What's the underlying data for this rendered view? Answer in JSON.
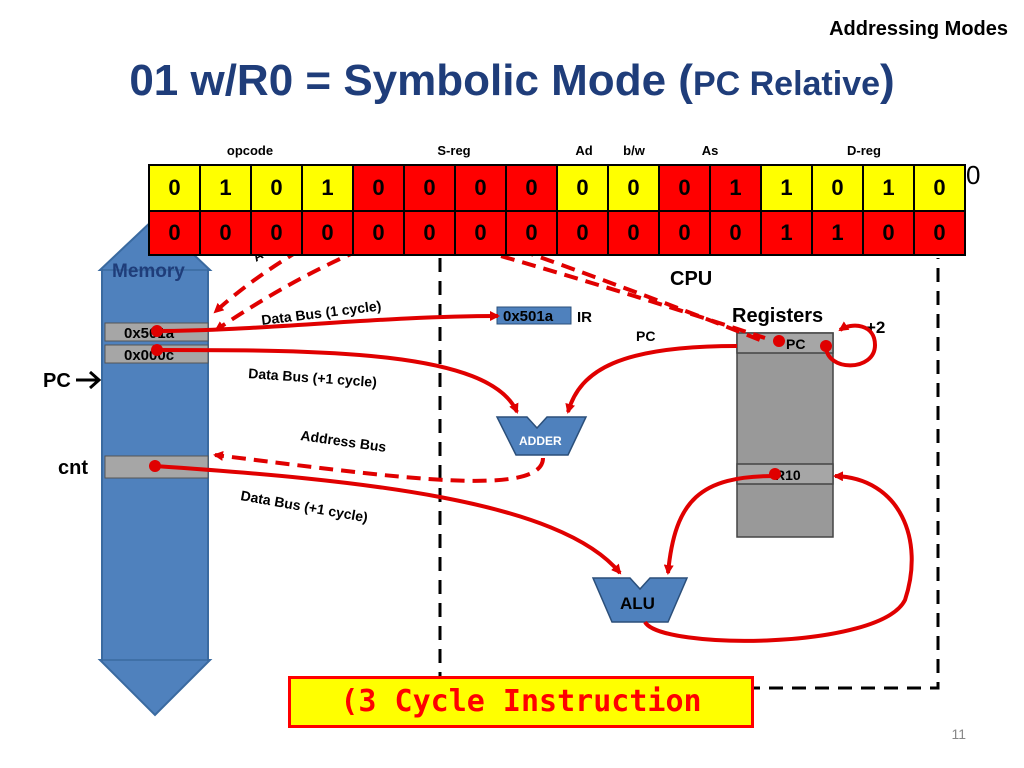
{
  "header": {
    "topic": "Addressing Modes"
  },
  "title": {
    "main": "01 w/R0 = Symbolic Mode",
    "paren_open": "(",
    "sub": "PC Relative",
    "paren_close": ")"
  },
  "field_labels": [
    "opcode",
    "S-reg",
    "Ad",
    "b/w",
    "As",
    "D-reg"
  ],
  "instruction_bits": {
    "row1": [
      "0",
      "1",
      "0",
      "1",
      "0",
      "0",
      "0",
      "0",
      "0",
      "0",
      "0",
      "1",
      "1",
      "0",
      "1",
      "0"
    ],
    "row2": [
      "0",
      "0",
      "0",
      "0",
      "0",
      "0",
      "0",
      "0",
      "0",
      "0",
      "0",
      "0",
      "1",
      "1",
      "0",
      "0"
    ],
    "trailing_digit": "0"
  },
  "memory": {
    "label": "Memory",
    "cell1": "0x501a",
    "cell2": "0x000c",
    "pc_label": "PC",
    "cnt_label": "cnt"
  },
  "cpu": {
    "label": "CPU",
    "registers_label": "Registers",
    "pc_reg": "PC",
    "r10_reg": "R10",
    "plus2": "+2",
    "ir_value": "0x501a",
    "ir_label": "IR",
    "pc_arrow_label": "PC",
    "adder_label": "ADDER",
    "alu_label": "ALU"
  },
  "buses": {
    "data_bus_1": "Data Bus (1 cycle)",
    "data_bus_2": "Data Bus (+1 cycle)",
    "address_bus": "Address Bus",
    "data_bus_3": "Data Bus (+1 cycle)"
  },
  "footer": {
    "instruction_note": "(3 Cycle Instruction",
    "page_number": "11"
  },
  "colors": {
    "title": "#1f3d7a",
    "memory": "#4f81bd",
    "accent_red": "#ff0000",
    "yellow": "#ffff00",
    "register_gray": "#999999"
  }
}
